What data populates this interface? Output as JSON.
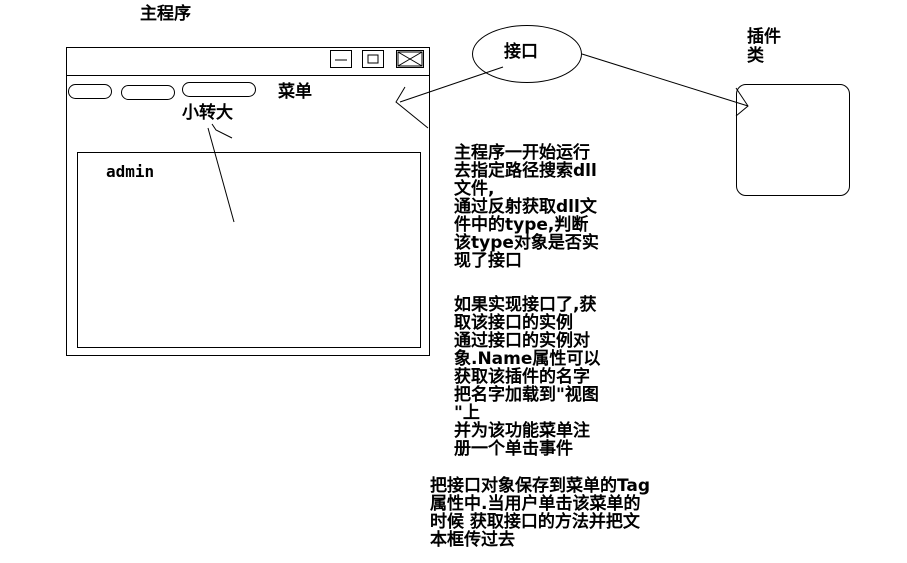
{
  "main_program": {
    "title": "主程序",
    "menu_label": "菜单",
    "xiaozhuanda": "小转大",
    "textbox_value": "admin"
  },
  "interface": {
    "label": "接口"
  },
  "plugin_class": {
    "label_line1": "插件",
    "label_line2": "类"
  },
  "notes": {
    "block1": "主程序一开始运行\n去指定路径搜索dll\n文件,\n通过反射获取dll文\n件中的type,判断\n该type对象是否实\n现了接口",
    "block2": "如果实现接口了,获\n取该接口的实例\n通过接口的实例对\n象.Name属性可以\n获取该插件的名字\n把名字加载到\"视图\n\"上\n并为该功能菜单注\n册一个单击事件",
    "block3": "把接口对象保存到菜单的Tag\n属性中.当用户单击该菜单的\n时候 获取接口的方法并把文\n本框传过去"
  }
}
